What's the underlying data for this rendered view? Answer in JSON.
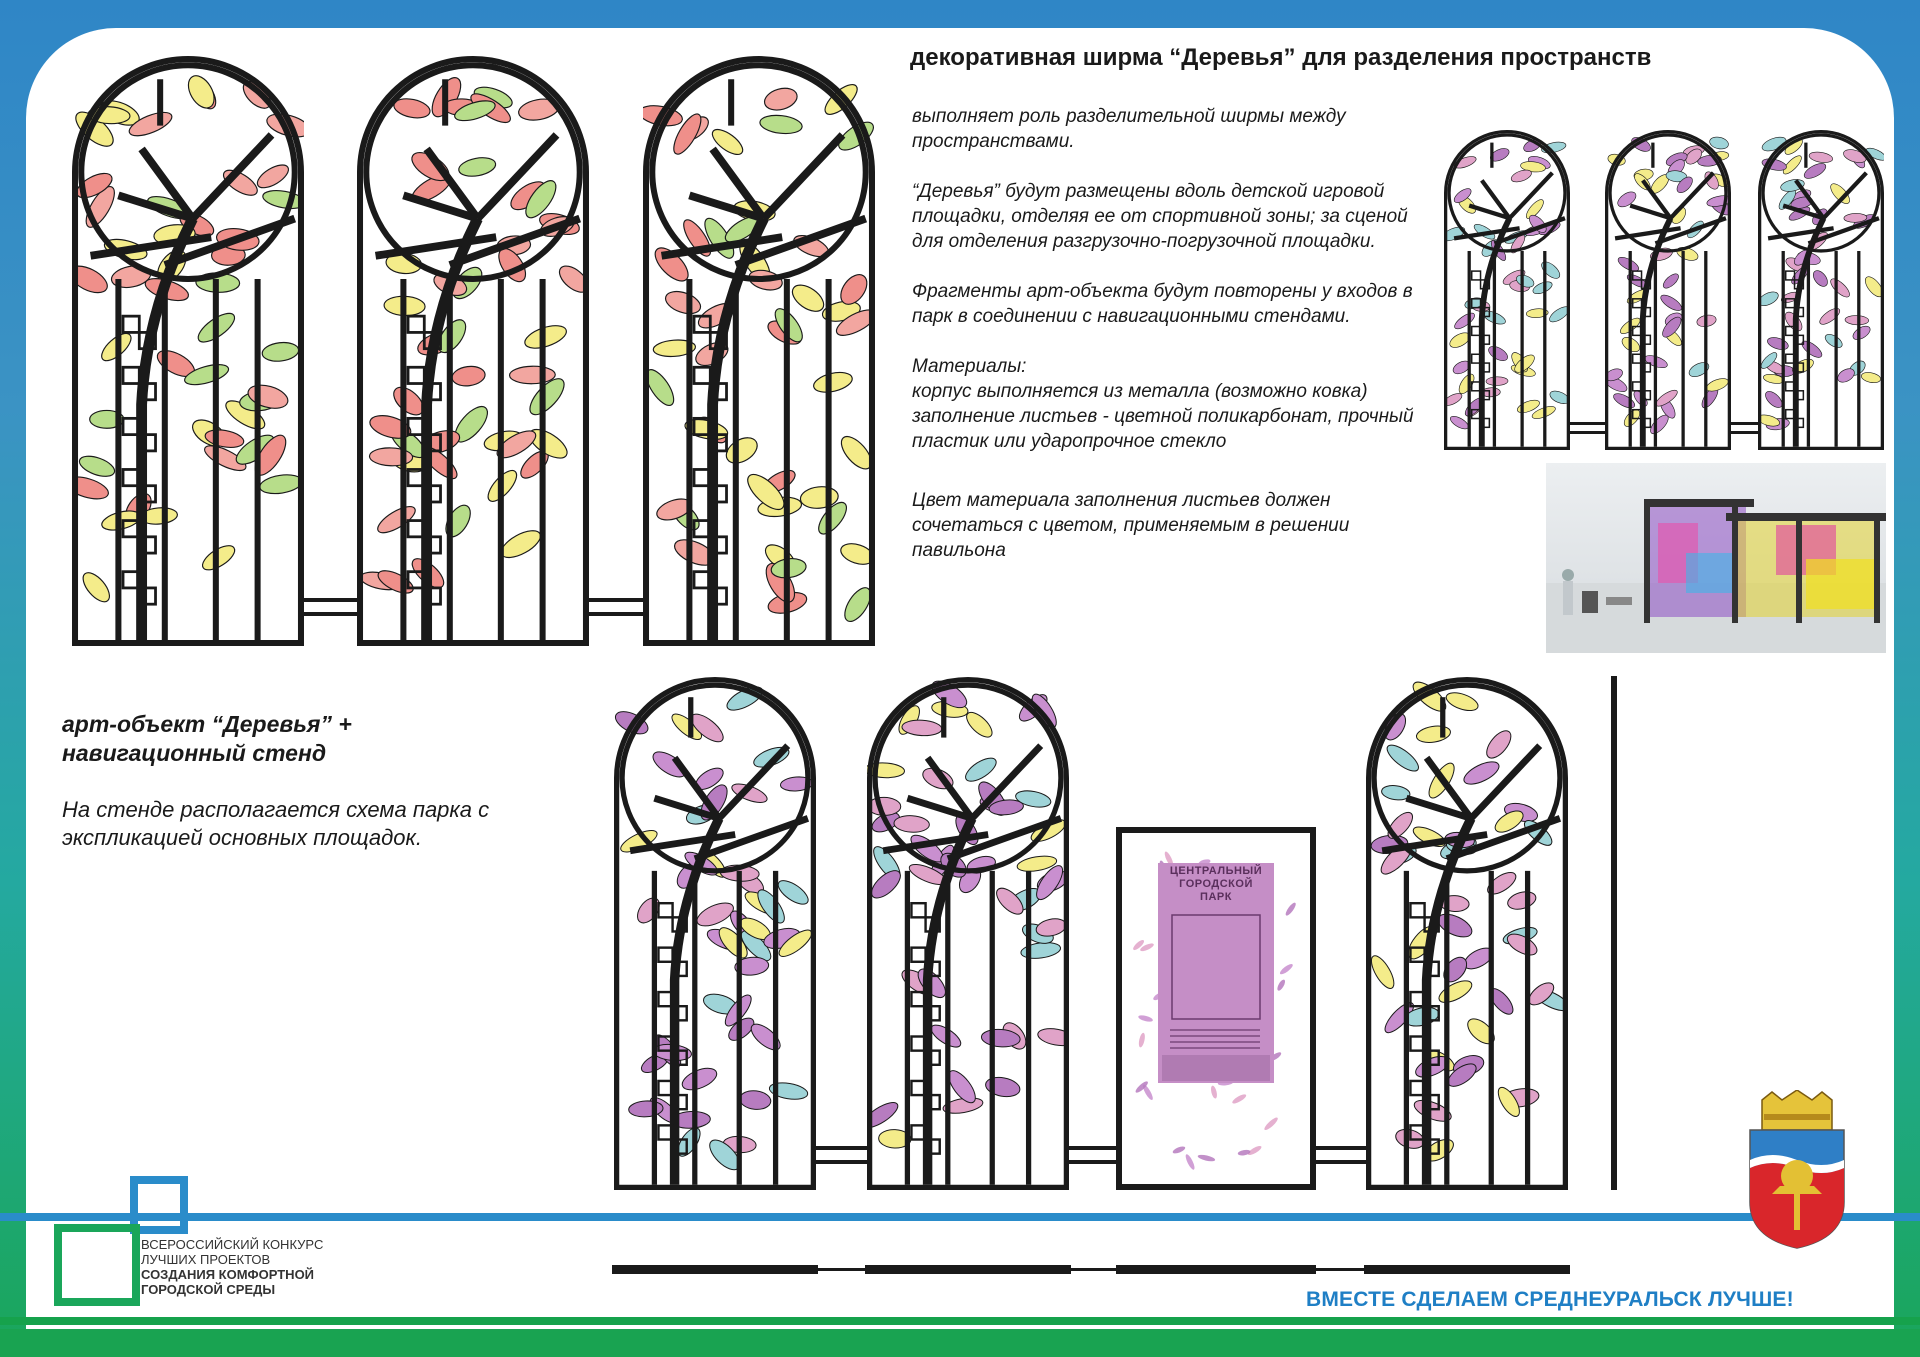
{
  "title": "декоративная ширма “Деревья” для разделения пространств",
  "description": {
    "p1": "выполняет роль разделительной ширмы между пространствами.",
    "p2": "“Деревья” будут размещены вдоль детской игровой площадки, отделяя ее от спортивной зоны; за сценой для отделения разгрузочно-погрузочной площадки.",
    "p3": "Фрагменты арт-объекта будут повторены у входов в парк в соединении с навигационными стендами.",
    "materials_heading": "Материалы:",
    "materials_1": "корпус выполняется из металла (возможно ковка)",
    "materials_2": "заполнение листьев - цветной поликарбонат, прочный пластик или ударопрочное стекло",
    "p4": "Цвет материала заполнения листьев должен сочетаться с цветом, применяемым в решении павильона"
  },
  "art_object": {
    "title_line1": "арт-объект “Деревья” +",
    "title_line2": "навигационный стенд",
    "description": "На стенде располагается схема парка с экспликацией основных площадок."
  },
  "stand": {
    "line1": "ЦЕНТРАЛЬНЫЙ",
    "line2": "ГОРОДСКОЙ",
    "line3": "ПАРК"
  },
  "contest_logo": {
    "line1": "ВСЕРОССИЙСКИЙ КОНКУРС",
    "line2": "ЛУЧШИХ ПРОЕКТОВ",
    "line3": "СОЗДАНИЯ КОМФОРТНОЙ",
    "line4": "ГОРОДСКОЙ СРЕДЫ"
  },
  "slogan": "ВМЕСТЕ СДЕЛАЕМ СРЕДНЕУРАЛЬСК ЛУЧШЕ!",
  "colors": {
    "frame": "#1a1a1a",
    "leaf_warm": [
      "#f2a6a0",
      "#ef8f8a",
      "#b7dd8a",
      "#f4ec8a"
    ],
    "leaf_cool": [
      "#c98fcf",
      "#b77cc0",
      "#9fd4d8",
      "#f4ec8a",
      "#e0a3c8"
    ],
    "stand_poster": "#c58ec6",
    "slogan": "#1f7fc5"
  }
}
